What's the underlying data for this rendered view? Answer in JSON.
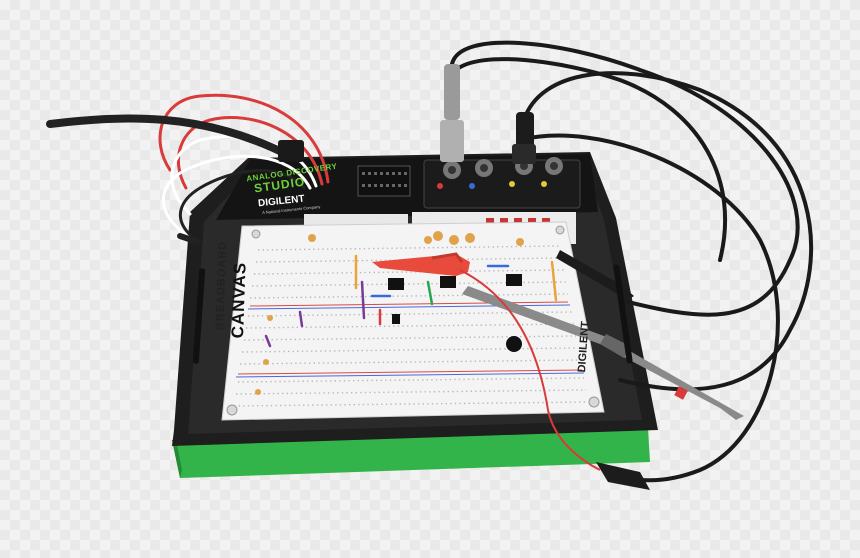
{
  "product": {
    "line1": "ANALOG DISCOVERY",
    "line2": "STUDIO"
  },
  "brand": {
    "name": "DIGILENT",
    "tagline": "A National Instruments Company"
  },
  "breadboard": {
    "line1": "BREADBOARD",
    "line2": "CANVAS",
    "brand": "DIGILENT."
  },
  "colors": {
    "case": "#1c1c1c",
    "accent": "#33b44a",
    "board": "#f4f4f4",
    "probe_clip": "#e84a3c",
    "probe_body": "#8a8a8a"
  }
}
